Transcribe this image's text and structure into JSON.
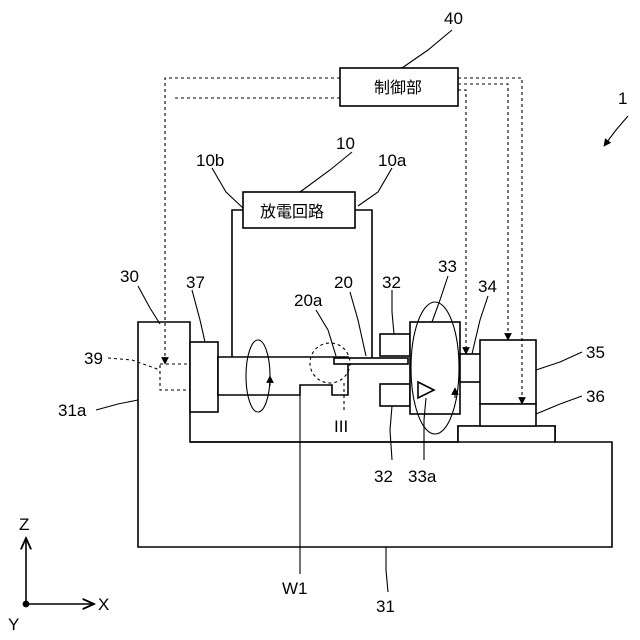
{
  "labels": {
    "controller_ref": "40",
    "controller_text": "制御部",
    "device_ref": "1",
    "discharge_ref": "10",
    "discharge_text": "放電回路",
    "discharge_b": "10b",
    "discharge_a": "10a",
    "base_unit": "30",
    "tailstock": "37",
    "guide_upper": "32",
    "spindle": "33",
    "motor_coupling": "34",
    "electrode_tip": "20a",
    "electrode": "20",
    "motor": "35",
    "sensor": "39",
    "base_side": "31a",
    "stage": "36",
    "detail": "III",
    "guide_lower": "32",
    "spindle_mark": "33a",
    "workpiece": "W1",
    "base": "31"
  },
  "axes": {
    "z": "Z",
    "x": "X",
    "y": "Y"
  }
}
